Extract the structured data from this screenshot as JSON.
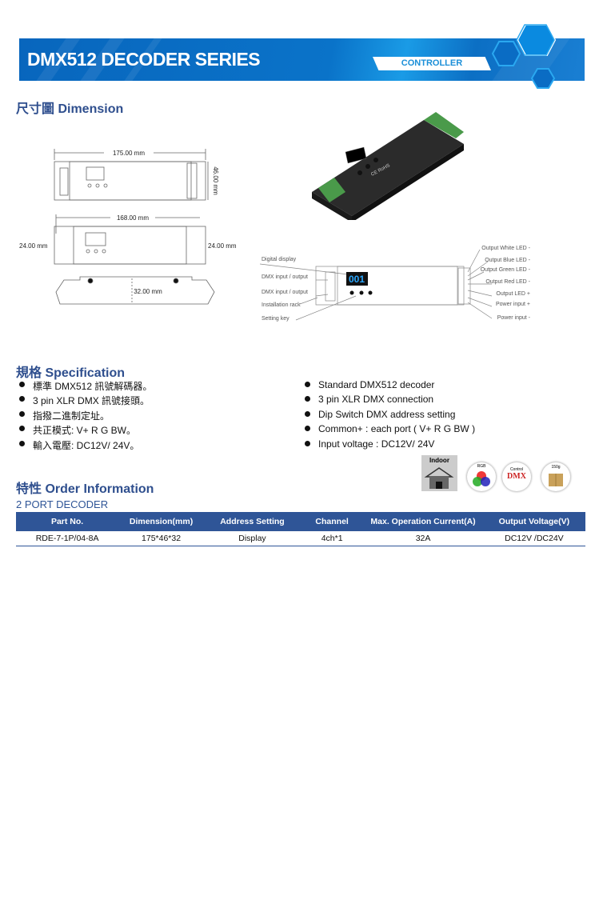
{
  "banner": {
    "title": "DMX512 DECODER SERIES",
    "tag": "CONTROLLER"
  },
  "dimension": {
    "heading": "尺寸圖 Dimension",
    "labels": {
      "length": "175.00 mm",
      "height": "46.00 mm",
      "mount_length": "168.00 mm",
      "mount_left": "24.00 mm",
      "mount_right": "24.00 mm",
      "depth": "32.00 mm"
    },
    "display_digits": "001",
    "callouts_left": [
      "Digital display",
      "DMX input / output",
      "DMX input / output",
      "Installation rack",
      "Setting key"
    ],
    "callouts_right": [
      "Output White LED -",
      "Output Blue LED -",
      "Output Green LED -",
      "Output Red LED -",
      "Output LED +",
      "Power input +",
      "Power input -"
    ],
    "product_marks": "CE RoHS"
  },
  "spec": {
    "heading": "規格  Specification",
    "left": [
      "標準 DMX512 訊號解碼器。",
      "3 pin XLR DMX 訊號接頭。",
      "指撥二進制定址。",
      "共正模式: V+ R G BW。",
      "輸入電壓: DC12V/ 24V。"
    ],
    "right": [
      "Standard DMX512 decoder",
      "3 pin XLR DMX connection",
      "Dip Switch DMX address setting",
      "Common+ : each port ( V+ R G BW )",
      "Input voltage : DC12V/ 24V"
    ]
  },
  "badges": {
    "indoor": "Indoor",
    "rgb": "RGB",
    "control": "Control",
    "dmx": "DMX",
    "weight": "150g"
  },
  "order": {
    "heading": "特性  Order Information",
    "subheading": "2 PORT DECODER",
    "columns": [
      "Part No.",
      "Dimension(mm)",
      "Address Setting",
      "Channel",
      "Max. Operation Current(A)",
      "Output Voltage(V)"
    ],
    "rows": [
      [
        "RDE-7-1P/04-8A",
        "175*46*32",
        "Display",
        "4ch*1",
        "32A",
        "DC12V /DC24V"
      ]
    ]
  },
  "colors": {
    "brand": "#0a73c9",
    "heading": "#2f4f8e",
    "table_header": "#2f5597"
  }
}
